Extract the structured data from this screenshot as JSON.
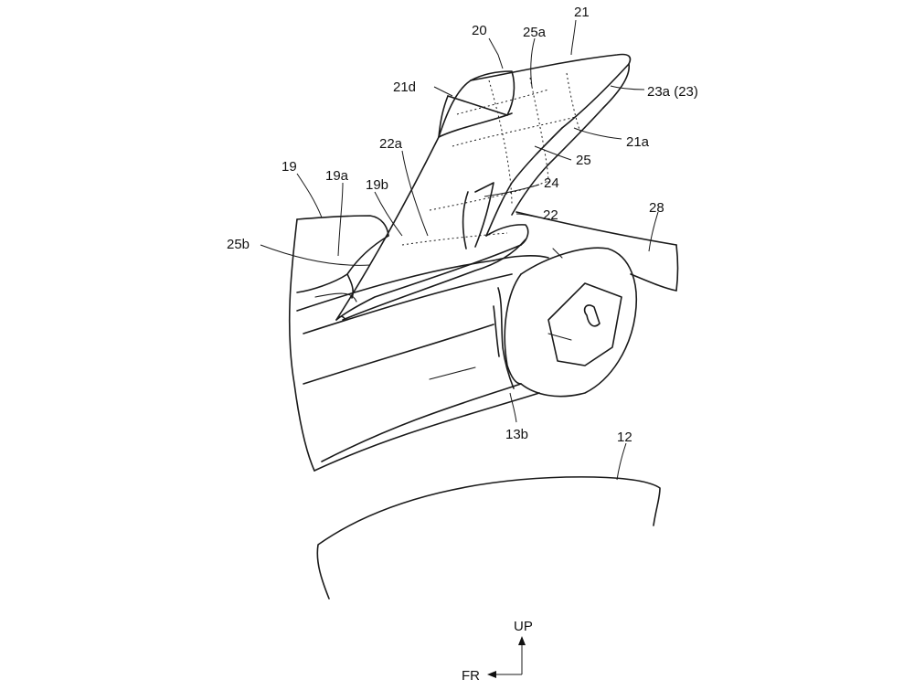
{
  "labels": {
    "l20": "20",
    "l21": "21",
    "l25a": "25a",
    "l21d": "21d",
    "l23a": "23a (23)",
    "l21a": "21a",
    "l22a": "22a",
    "l25": "25",
    "l19": "19",
    "l19a": "19a",
    "l19b": "19b",
    "l24": "24",
    "l22": "22",
    "l28": "28",
    "l25b": "25b",
    "l13b": "13b",
    "l12": "12"
  },
  "orientation": {
    "up": "UP",
    "front": "FR"
  }
}
